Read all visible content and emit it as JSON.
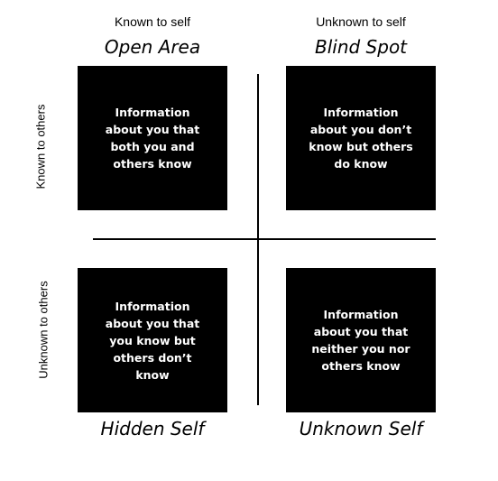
{
  "columns": [
    {
      "subtitle": "Known to self",
      "title": "Open Area"
    },
    {
      "subtitle": "Unknown to self",
      "title": "Blind Spot"
    }
  ],
  "rows": [
    {
      "label": "Known to others"
    },
    {
      "label": "Unknown to others"
    }
  ],
  "bottom_titles": [
    "Hidden Self",
    "Unknown Self"
  ],
  "quadrants": [
    {
      "text": "Information about you that both you and others know"
    },
    {
      "text": "Information about you don’t  know but others do know"
    },
    {
      "text": "Information about you that you know but others don’t know"
    },
    {
      "text": "Information about you that neither you nor others know"
    }
  ]
}
